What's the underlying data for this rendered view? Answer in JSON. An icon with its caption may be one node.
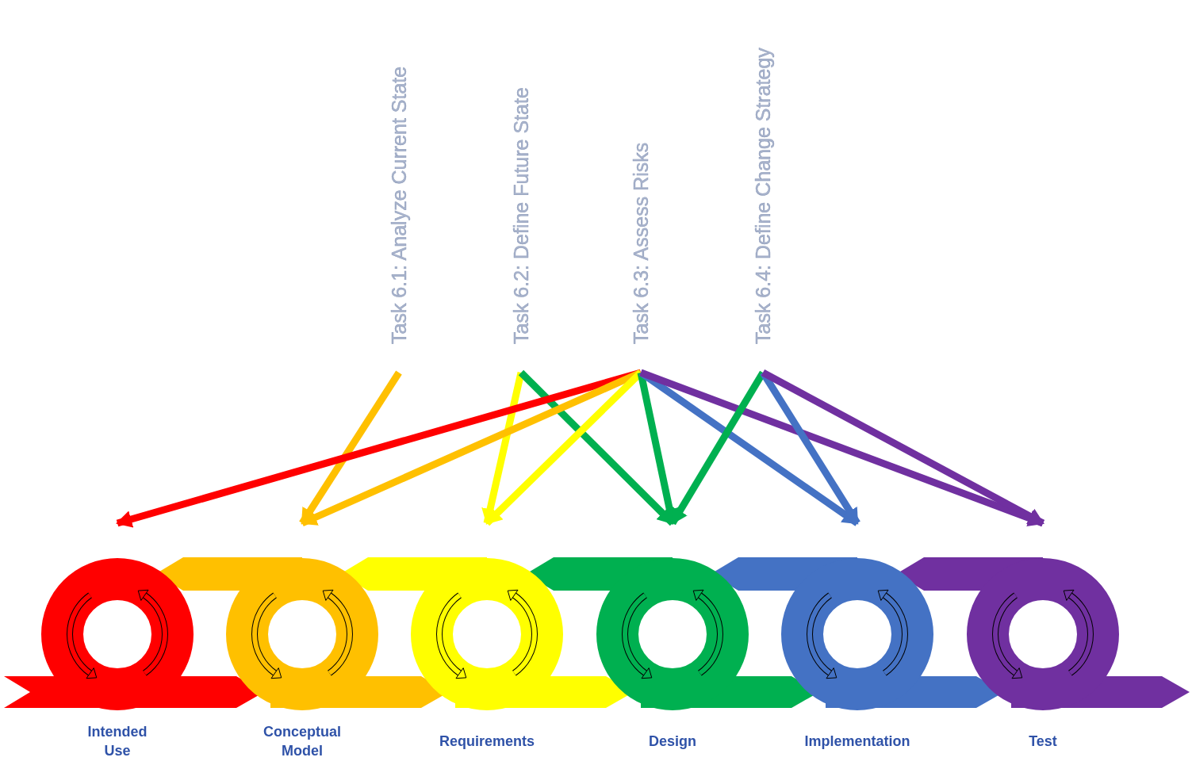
{
  "diagram": {
    "nodes": [
      {
        "text": [
          "Task 6.1: Analyze Current State"
        ]
      },
      {
        "text": [
          "Task 6.2: Define Future State"
        ]
      },
      {
        "text": [
          "Task 6.3: Assess Risks"
        ]
      },
      {
        "text": [
          "Task 6.4: Define Change Strategy"
        ]
      },
      {
        "text": [
          "Intended Use"
        ]
      },
      {
        "text": [
          "Conceptual Model"
        ]
      },
      {
        "text": [
          "Requirements"
        ]
      },
      {
        "text": [
          "Design"
        ]
      },
      {
        "text": [
          "Implementation"
        ]
      },
      {
        "text": [
          "Test"
        ]
      }
    ],
    "edges": [
      {
        "from": 0,
        "to": 5,
        "arrow": "to",
        "color": "#ffc000"
      },
      {
        "from": 1,
        "to": 6,
        "arrow": "to",
        "color": "#ffff00"
      },
      {
        "from": 1,
        "to": 7,
        "arrow": "to",
        "color": "#00b050"
      },
      {
        "from": 2,
        "to": 4,
        "arrow": "to",
        "color": "#ff0000"
      },
      {
        "from": 2,
        "to": 5,
        "arrow": "to",
        "color": "#ffc000"
      },
      {
        "from": 2,
        "to": 6,
        "arrow": "to",
        "color": "#ffff00"
      },
      {
        "from": 2,
        "to": 7,
        "arrow": "to",
        "color": "#00b050"
      },
      {
        "from": 2,
        "to": 8,
        "arrow": "to",
        "color": "#4472c4"
      },
      {
        "from": 2,
        "to": 9,
        "arrow": "to",
        "color": "#7030a0"
      },
      {
        "from": 3,
        "to": 7,
        "arrow": "to",
        "color": "#00b050"
      },
      {
        "from": 3,
        "to": 8,
        "arrow": "to",
        "color": "#4472c4"
      },
      {
        "from": 3,
        "to": 9,
        "arrow": "to",
        "color": "#7030a0"
      }
    ]
  }
}
